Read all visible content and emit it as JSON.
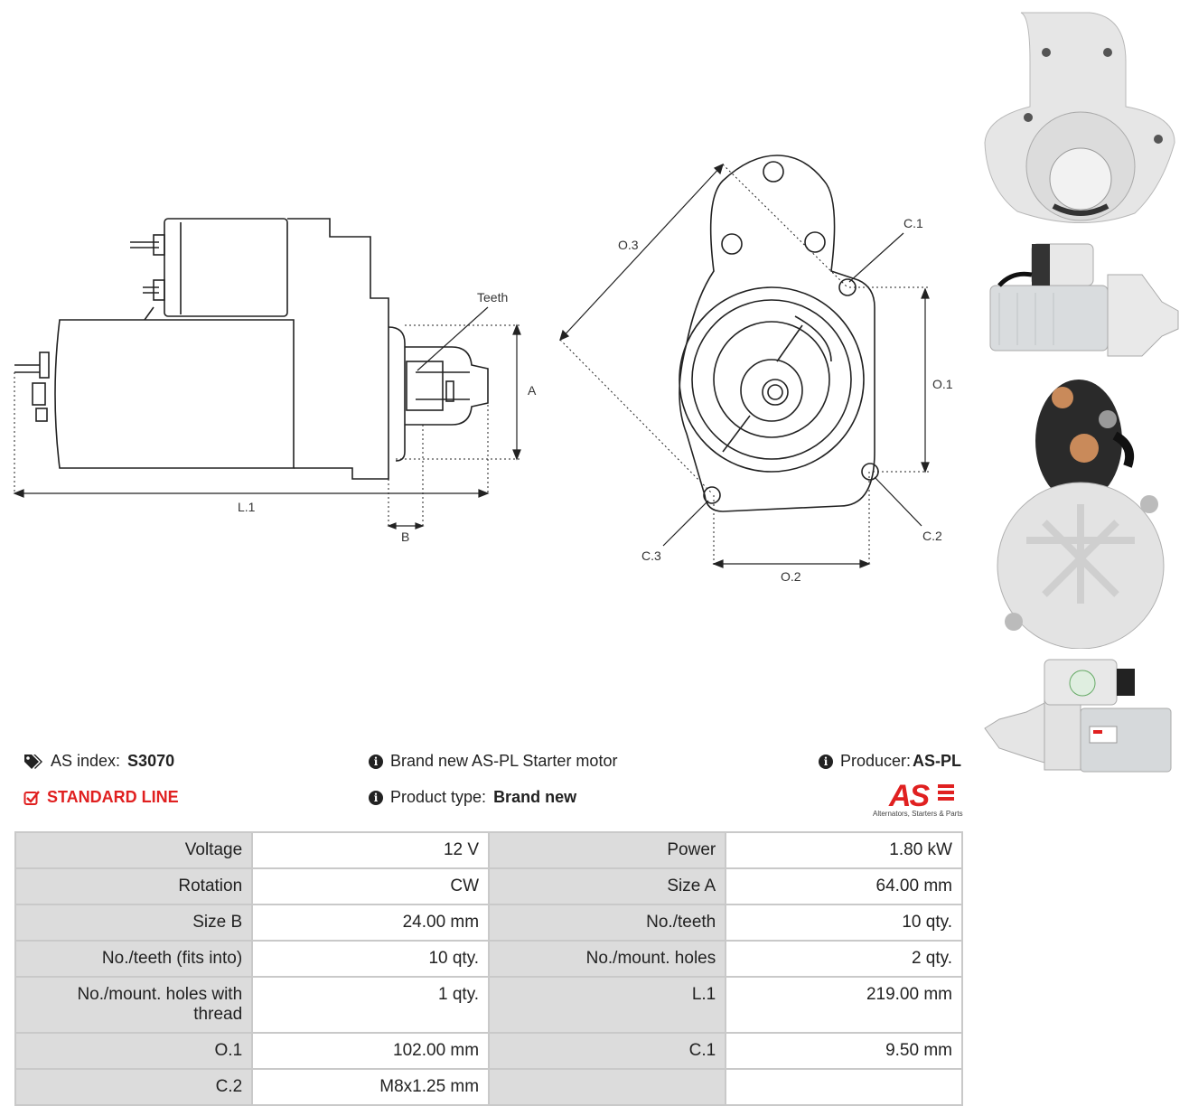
{
  "diagram": {
    "labels": {
      "teeth": "Teeth",
      "a": "A",
      "b": "B",
      "l1": "L.1",
      "o1": "O.1",
      "o2": "O.2",
      "o3": "O.3",
      "c1": "C.1",
      "c2": "C.2",
      "c3": "C.3"
    }
  },
  "info": {
    "as_index_label": "AS index:",
    "as_index_value": "S3070",
    "line_label": "STANDARD LINE",
    "description": "Brand new AS-PL Starter motor",
    "product_type_label": "Product type:",
    "product_type_value": "Brand new",
    "producer_label": "Producer:",
    "producer_value": "AS-PL"
  },
  "logo": {
    "text": "AS",
    "tagline": "Alternators, Starters & Parts"
  },
  "icons": [
    "tags-icon",
    "checkbox-icon",
    "info-icon"
  ],
  "colors": {
    "accent": "#e02020",
    "label_bg": "#dcdcdc",
    "border": "#c9c9c9"
  },
  "specs": [
    [
      "Voltage",
      "12 V",
      "Power",
      "1.80 kW"
    ],
    [
      "Rotation",
      "CW",
      "Size A",
      "64.00 mm"
    ],
    [
      "Size B",
      "24.00 mm",
      "No./teeth",
      "10 qty."
    ],
    [
      "No./teeth (fits into)",
      "10 qty.",
      "No./mount. holes",
      "2 qty."
    ],
    [
      "No./mount. holes with thread",
      "1 qty.",
      "L.1",
      "219.00 mm"
    ],
    [
      "O.1",
      "102.00 mm",
      "C.1",
      "9.50 mm"
    ],
    [
      "C.2",
      "M8x1.25 mm",
      "",
      ""
    ]
  ]
}
